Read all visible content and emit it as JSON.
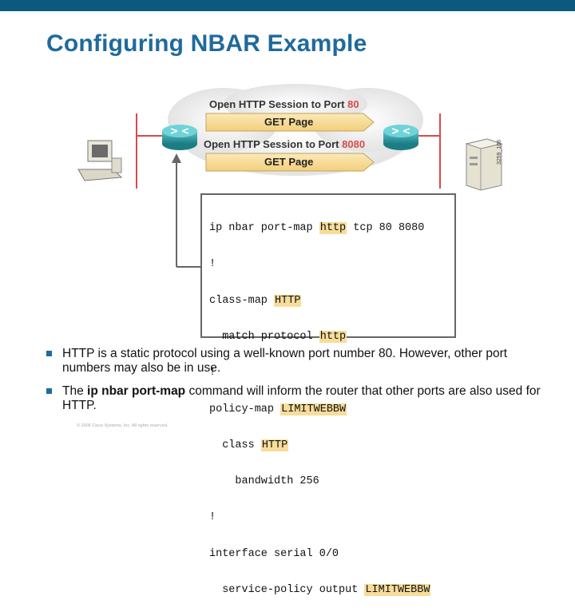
{
  "slide": {
    "title": "Configuring NBAR Example",
    "copyright": "© 2006 Cisco Systems, Inc. All rights reserved.",
    "figure_id": "3259_106"
  },
  "diagram": {
    "top_session": {
      "text": "Open HTTP Session to Port ",
      "port": "80"
    },
    "top_get": "GET Page",
    "mid_session": {
      "text": "Open HTTP Session to Port ",
      "port": "8080"
    },
    "mid_get": "GET Page"
  },
  "config": {
    "line1": {
      "a": "ip nbar port-map ",
      "h": "http",
      "b": " tcp 80 8080"
    },
    "line2": "!",
    "line3": {
      "a": "class-map ",
      "h": "HTTP"
    },
    "line4": {
      "a": "  match protocol ",
      "h": "http"
    },
    "line5": "!",
    "line6": {
      "a": "policy-map ",
      "h": "LIMITWEBBW"
    },
    "line7": {
      "a": "  class ",
      "h": "HTTP"
    },
    "line8": "    bandwidth 256",
    "line9": "!",
    "line10": "interface serial 0/0",
    "line11": {
      "a": "  service-policy output ",
      "h": "LIMITWEBBW"
    }
  },
  "bullets": {
    "b1": "HTTP is a static protocol using a well-known port number 80. However, other port numbers may also be in use.",
    "b2_pre": "The ",
    "b2_bold": "ip nbar port-map",
    "b2_post": " command will inform the router that other ports are also used for HTTP."
  },
  "colors": {
    "topbar": "#0b5a7d",
    "title": "#1f6a9c",
    "router": "#2a9fa6",
    "arrow_red": "#d94a4a",
    "highlight": "#f7dc9a"
  }
}
